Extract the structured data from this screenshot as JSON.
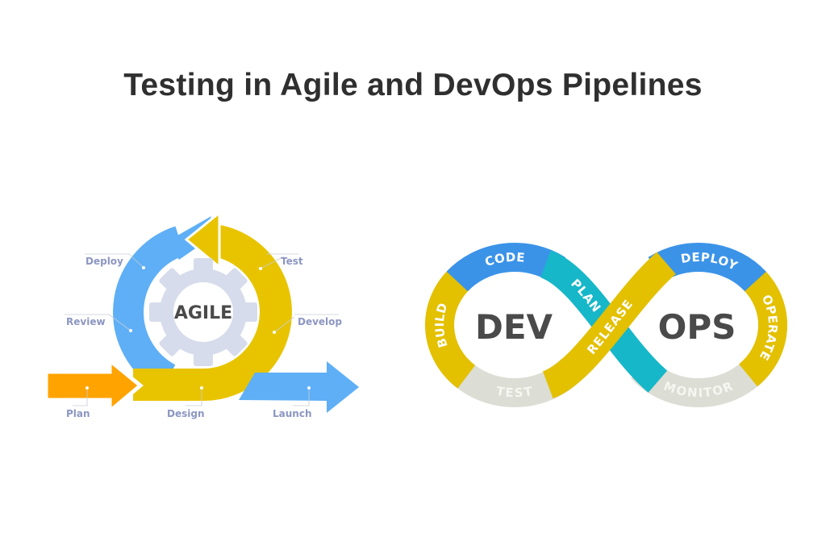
{
  "title": "Testing in Agile and DevOps Pipelines",
  "agile": {
    "center_label": "AGILE",
    "stages": {
      "deploy": "Deploy",
      "test": "Test",
      "review": "Review",
      "develop": "Develop",
      "plan": "Plan",
      "design": "Design",
      "launch": "Launch"
    },
    "colors": {
      "blue": "#5eaff5",
      "yellow": "#e8c400",
      "orange": "#ffa300",
      "gear": "#d6dceb",
      "label": "#8c96c2"
    }
  },
  "devops": {
    "left_label": "DEV",
    "right_label": "OPS",
    "stages": {
      "code": "CODE",
      "build": "BUILD",
      "test": "TEST",
      "plan": "PLAN",
      "release": "RELEASE",
      "deploy": "DEPLOY",
      "operate": "OPERATE",
      "monitor": "MONITOR"
    },
    "colors": {
      "blue": "#3b93e8",
      "yellow": "#e3c000",
      "cyan": "#16b7c9",
      "gray": "#dcddd4"
    }
  }
}
